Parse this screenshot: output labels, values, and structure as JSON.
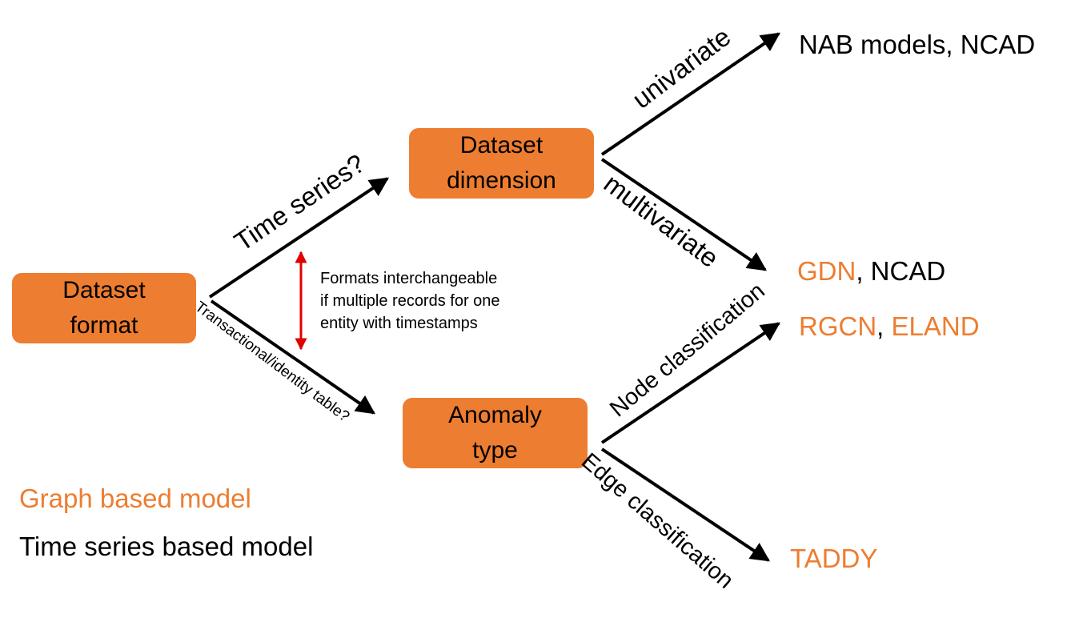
{
  "colors": {
    "graph_model": "#ED7D31",
    "time_series_model": "#000000",
    "node_fill": "#ED7D31",
    "note_arrow": "#E00000"
  },
  "nodes": {
    "dataset_format": {
      "line1": "Dataset",
      "line2": "format"
    },
    "dataset_dimension": {
      "line1": "Dataset",
      "line2": "dimension"
    },
    "anomaly_type": {
      "line1": "Anomaly",
      "line2": "type"
    }
  },
  "edges": {
    "time_series": "Time series?",
    "transactional": "Transactional/identity table?",
    "univariate": "univariate",
    "multivariate": "multivariate",
    "node_classification": "Node classification",
    "edge_classification": "Edge classification"
  },
  "results": {
    "univariate": [
      {
        "text": "NAB models, NCAD",
        "kind": "time_series"
      }
    ],
    "multivariate": [
      {
        "text": "GDN",
        "kind": "graph"
      },
      {
        "text": ", NCAD",
        "kind": "time_series"
      }
    ],
    "node_classification": [
      {
        "text": "RGCN",
        "kind": "graph"
      },
      {
        "text": ", ",
        "kind": "time_series"
      },
      {
        "text": "ELAND",
        "kind": "graph"
      }
    ],
    "edge_classification": [
      {
        "text": "TADDY",
        "kind": "graph"
      }
    ]
  },
  "note": {
    "line1": "Formats interchangeable",
    "line2": "if multiple records for one",
    "line3": "entity with timestamps"
  },
  "legend": {
    "graph": "Graph based model",
    "time_series": "Time series based model"
  }
}
